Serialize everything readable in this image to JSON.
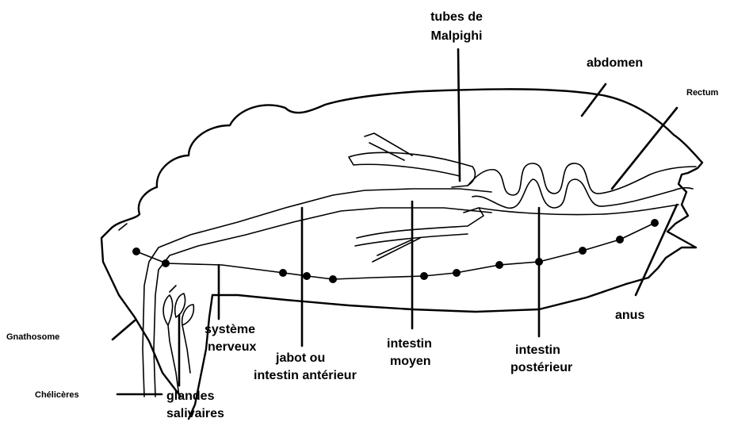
{
  "labels": {
    "malpighi_1": "tubes de",
    "malpighi_2": "Malpighi",
    "abdomen": "abdomen",
    "rectum": "Rectum",
    "anus": "anus",
    "gnathosome": "Gnathosome",
    "cheliceres": "Chélicères",
    "glandes_1": "glandes",
    "glandes_2": "salivaires",
    "systeme_1": "système",
    "systeme_2": "nerveux",
    "jabot_1": "jabot ou",
    "jabot_2": "intestin antérieur",
    "moyen_1": "intestin",
    "moyen_2": "moyen",
    "posterieur_1": "intestin",
    "posterieur_2": "postérieur"
  },
  "icons": {
    "ganglion": "filled-dot"
  }
}
